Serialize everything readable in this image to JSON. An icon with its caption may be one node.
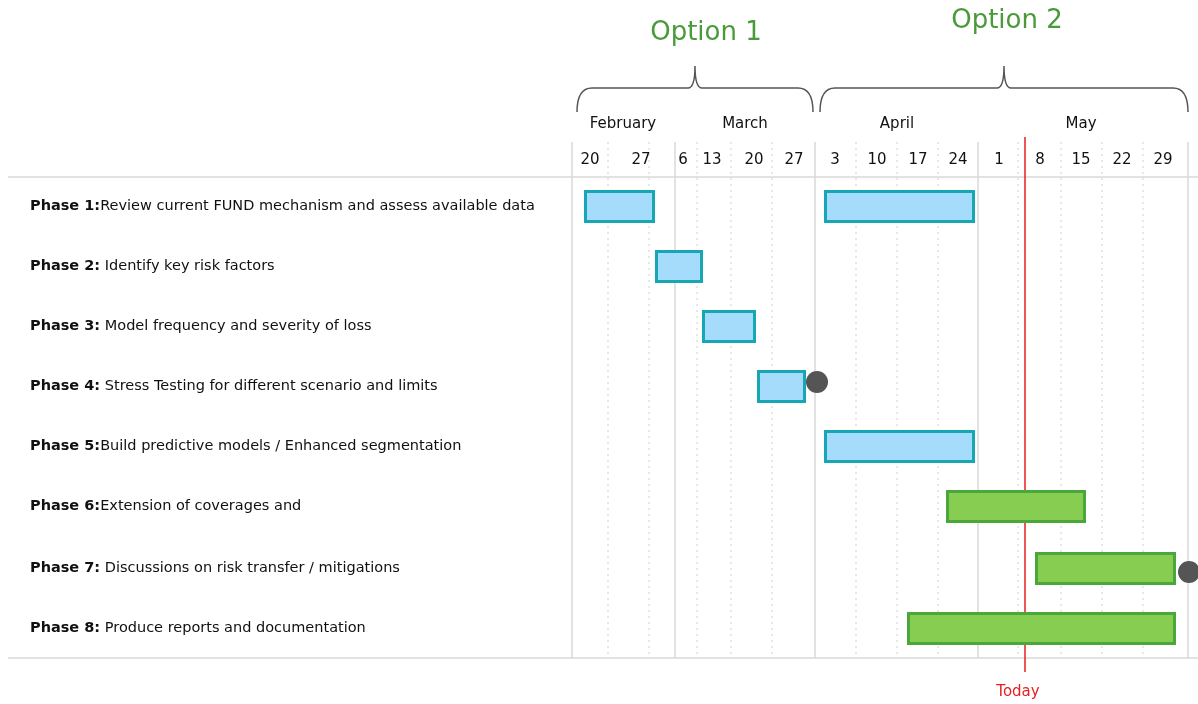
{
  "diagram": {
    "nodes": [
      {
        "text": [],
        "shape": "bar"
      },
      {
        "text": [],
        "shape": "bar"
      },
      {
        "text": [],
        "shape": "bar"
      },
      {
        "text": [],
        "shape": "bar"
      },
      {
        "text": [],
        "shape": "bar"
      },
      {
        "text": [],
        "shape": "circle"
      },
      {
        "text": [],
        "shape": "bar"
      },
      {
        "text": [],
        "shape": "bar"
      },
      {
        "text": [],
        "shape": "bar"
      },
      {
        "text": [],
        "shape": "circle"
      },
      {
        "text": [],
        "shape": "bar"
      }
    ],
    "labels": [
      "Option 1",
      "Option 2",
      "February",
      "March",
      "April",
      "May",
      "20",
      "27",
      "6",
      "13",
      "20",
      "27",
      "3",
      "10",
      "17",
      "24",
      "1",
      "8",
      "15",
      "22",
      "29",
      "**Phase 1:**Review current FUND mechanism and assess available data",
      "**Phase 2:** Identify key risk factors",
      "**Phase 3:** Model frequency and severity of loss",
      "**Phase 4:** Stress Testing for different scenario and limits",
      "**Phase 5:**Build predictive models / Enhanced segmentation",
      "**Phase 6:**Extension of coverages and",
      "**Phase 7:** Discussions on risk transfer / mitigations",
      "**Phase 8:** Produce reports and documentation",
      "Today"
    ]
  }
}
